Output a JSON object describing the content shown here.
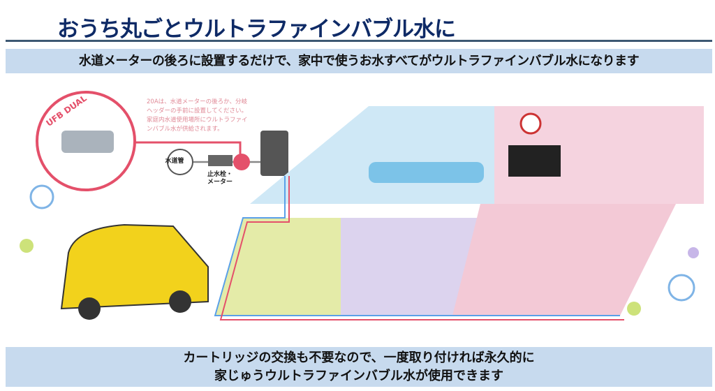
{
  "title": "おうち丸ごとウルトラファインバブル水に",
  "subtitle": "水道メーターの後ろに設置するだけで、家中で使うお水すべてがウルトラファインバブル水になります",
  "illustration": {
    "product_label": "UFB DUAL",
    "note": "20Aは、水道メーターの後ろか、分岐ヘッダーの手前に設置してください。家庭内水道使用場所にウルトラファインバブル水が供給されます。",
    "water_pipe_label": "水道管",
    "meter_label_1": "止水栓・",
    "meter_label_2": "メーター"
  },
  "footer": {
    "line1": "カートリッジの交換も不要なので、一度取り付ければ永久的に",
    "line2": "家じゅうウルトラファインバブル水が使用できます"
  }
}
